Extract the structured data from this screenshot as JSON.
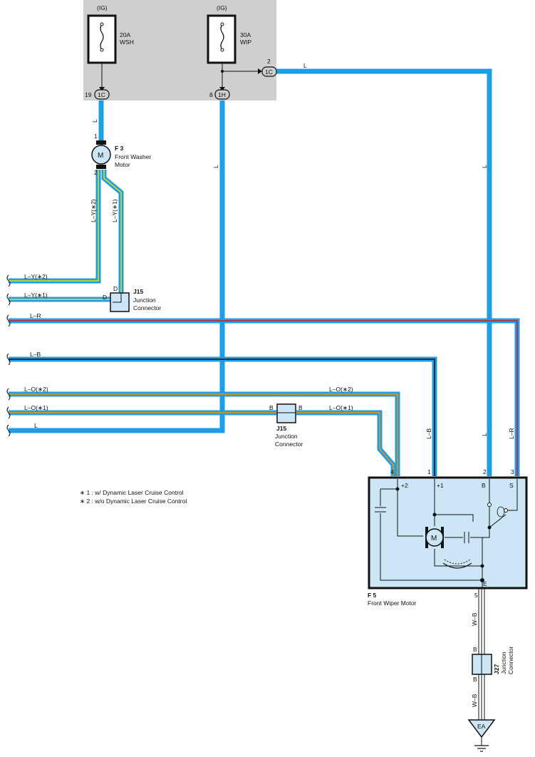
{
  "colors": {
    "wire_blue": "#1e9ee8",
    "fuse_box": "#cfcfcf",
    "component_fill": "#cce6f8",
    "wire_red": "#d81e1e",
    "wire_yellow": "#f0e000",
    "wire_orange": "#f39200",
    "wire_black": "#111111"
  },
  "fuse_box": {
    "fuses": [
      {
        "source": "(IG)",
        "rating": "20A",
        "name": "WSH",
        "connector": "1C",
        "pin": "19"
      },
      {
        "source": "(IG)",
        "rating": "30A",
        "name": "WIP",
        "connector": "1H",
        "pin": "8"
      }
    ],
    "side_connector": {
      "pin": "2",
      "code": "1C"
    }
  },
  "washer_motor": {
    "code": "F 3",
    "name_line1": "Front Washer",
    "name_line2": "Motor",
    "symbol": "M",
    "pin_top": "1",
    "pin_bottom": "2"
  },
  "junction_j15_top": {
    "code": "J15",
    "name_line1": "Junction",
    "name_line2": "Connector",
    "pin_a": "D",
    "pin_b": "D"
  },
  "junction_j15_mid": {
    "code": "J15",
    "name_line1": "Junction",
    "name_line2": "Connector",
    "pin_a": "B",
    "pin_b": "B"
  },
  "wires": {
    "top_right": "L",
    "washer_top": "L",
    "fuse_down": "L",
    "fuse_right_down": "L",
    "washer_left": "L–Y(∗2)",
    "washer_right": "L–Y(∗1)",
    "row_ly2": "L–Y(∗2)",
    "row_ly1": "L–Y(∗1)",
    "row_lr": "L–R",
    "row_lb": "L–B",
    "row_lo2": "L–O(∗2)",
    "row_lo1": "L–O(∗1)",
    "row_l": "L",
    "mid_lo2": "L–O(∗2)",
    "mid_lo1": "L–O(∗1)",
    "down_lb": "L–B",
    "down_l": "L",
    "down_lr": "L–R",
    "ground_wb_1": "W–B",
    "ground_wb_2": "W–B"
  },
  "notes": [
    "∗ 1 : w/ Dynamic Laser Cruise Control",
    "∗ 2 : w/o Dynamic Laser Cruise Control"
  ],
  "wiper_motor": {
    "code": "F 5",
    "name": "Front Wiper Motor",
    "pins": [
      "4",
      "1",
      "2",
      "3"
    ],
    "terminals": [
      "+2",
      "+1",
      "B",
      "S"
    ],
    "ground_terminal": "E",
    "ground_pin": "5",
    "symbol": "M"
  },
  "junction_j27": {
    "code": "J27",
    "name_line1": "Junction",
    "name_line2": "Connector",
    "pin_top": "B",
    "pin_bottom": "B"
  },
  "ground": {
    "code": "EA"
  }
}
